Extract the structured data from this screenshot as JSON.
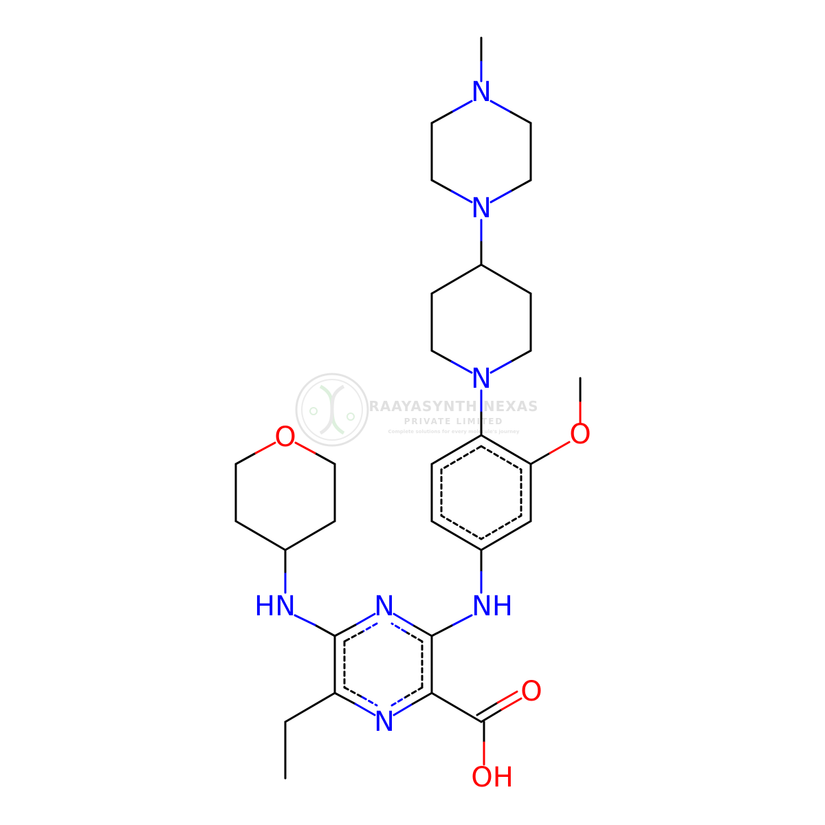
{
  "colors": {
    "bond": "#000000",
    "nitrogen": "#0000ff",
    "oxygen": "#ff0000",
    "watermark": "#c8c8c8",
    "watermark_green": "#d2ecd2"
  },
  "watermark": {
    "title": "RAAYASYNTH NEXAS",
    "subtitle": "PRIVATE LIMITED",
    "tagline": "Complete solutions for every molecule's journey"
  },
  "atoms": [
    {
      "id": "n-methylpiperazine",
      "label": "N",
      "element": "N"
    },
    {
      "id": "n-piperazine-linked",
      "label": "N",
      "element": "N"
    },
    {
      "id": "n-piperidine",
      "label": "N",
      "element": "N"
    },
    {
      "id": "o-methoxy",
      "label": "O",
      "element": "O"
    },
    {
      "id": "o-oxane",
      "label": "O",
      "element": "O"
    },
    {
      "id": "nh-left",
      "label": "HN",
      "element": "N"
    },
    {
      "id": "nh-right",
      "label": "NH",
      "element": "N"
    },
    {
      "id": "n-pyrazine-top",
      "label": "N",
      "element": "N"
    },
    {
      "id": "n-pyrazine-bottom",
      "label": "N",
      "element": "N"
    },
    {
      "id": "o-carbonyl",
      "label": "O",
      "element": "O"
    },
    {
      "id": "oh-acid",
      "label": "OH",
      "element": "O"
    }
  ]
}
